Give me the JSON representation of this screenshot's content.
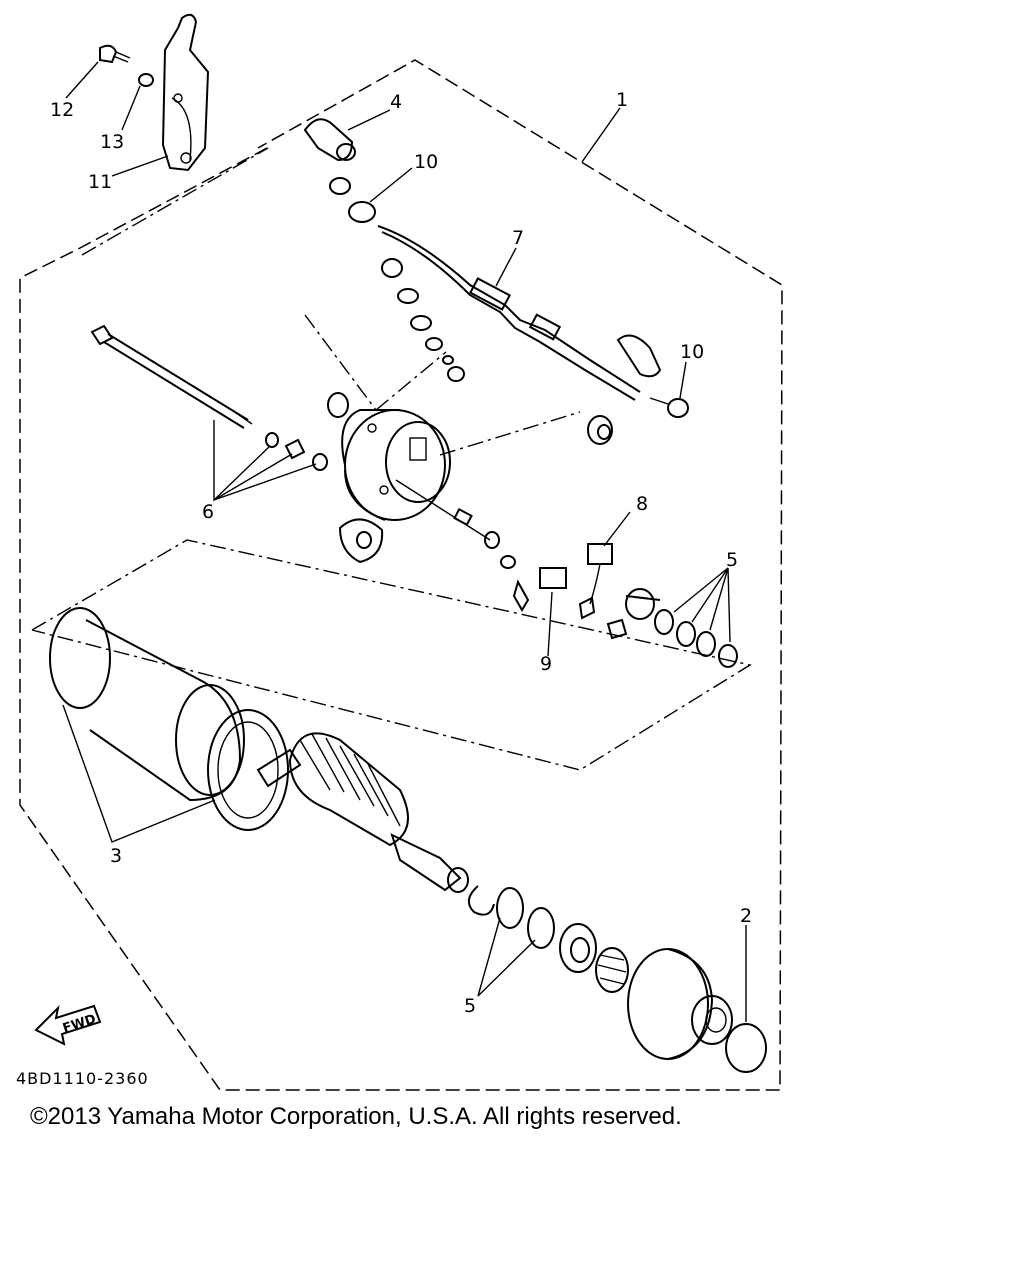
{
  "diagram": {
    "part_labels": {
      "p1": "1",
      "p2": "2",
      "p3": "3",
      "p4": "4",
      "p5a": "5",
      "p5b": "5",
      "p6": "6",
      "p7": "7",
      "p8": "8",
      "p9": "9",
      "p10a": "10",
      "p10b": "10",
      "p11": "11",
      "p12": "12",
      "p13": "13"
    },
    "fwd_label": "FWD",
    "diagram_code": "4BD1110-2360"
  },
  "copyright": "©2013 Yamaha Motor Corporation, U.S.A. All rights reserved."
}
